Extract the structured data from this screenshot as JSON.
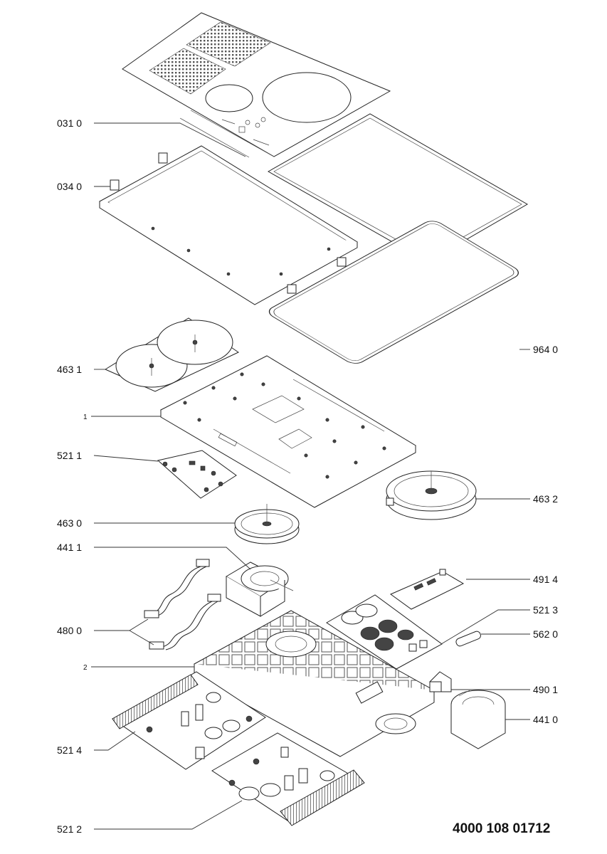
{
  "labels": {
    "l0310": "031 0",
    "l0340": "034 0",
    "l9640": "964 0",
    "l4631": "463 1",
    "l1": "1",
    "l5211": "521 1",
    "l4632": "463 2",
    "l4630": "463 0",
    "l4411": "441 1",
    "l4914": "491 4",
    "l5213": "521 3",
    "l4800": "480 0",
    "l5620": "562 0",
    "l2": "2",
    "l4901": "490 1",
    "l4410": "441 0",
    "l5214": "521 4",
    "l5212": "521 2"
  },
  "document_number": "4000 108 01712"
}
